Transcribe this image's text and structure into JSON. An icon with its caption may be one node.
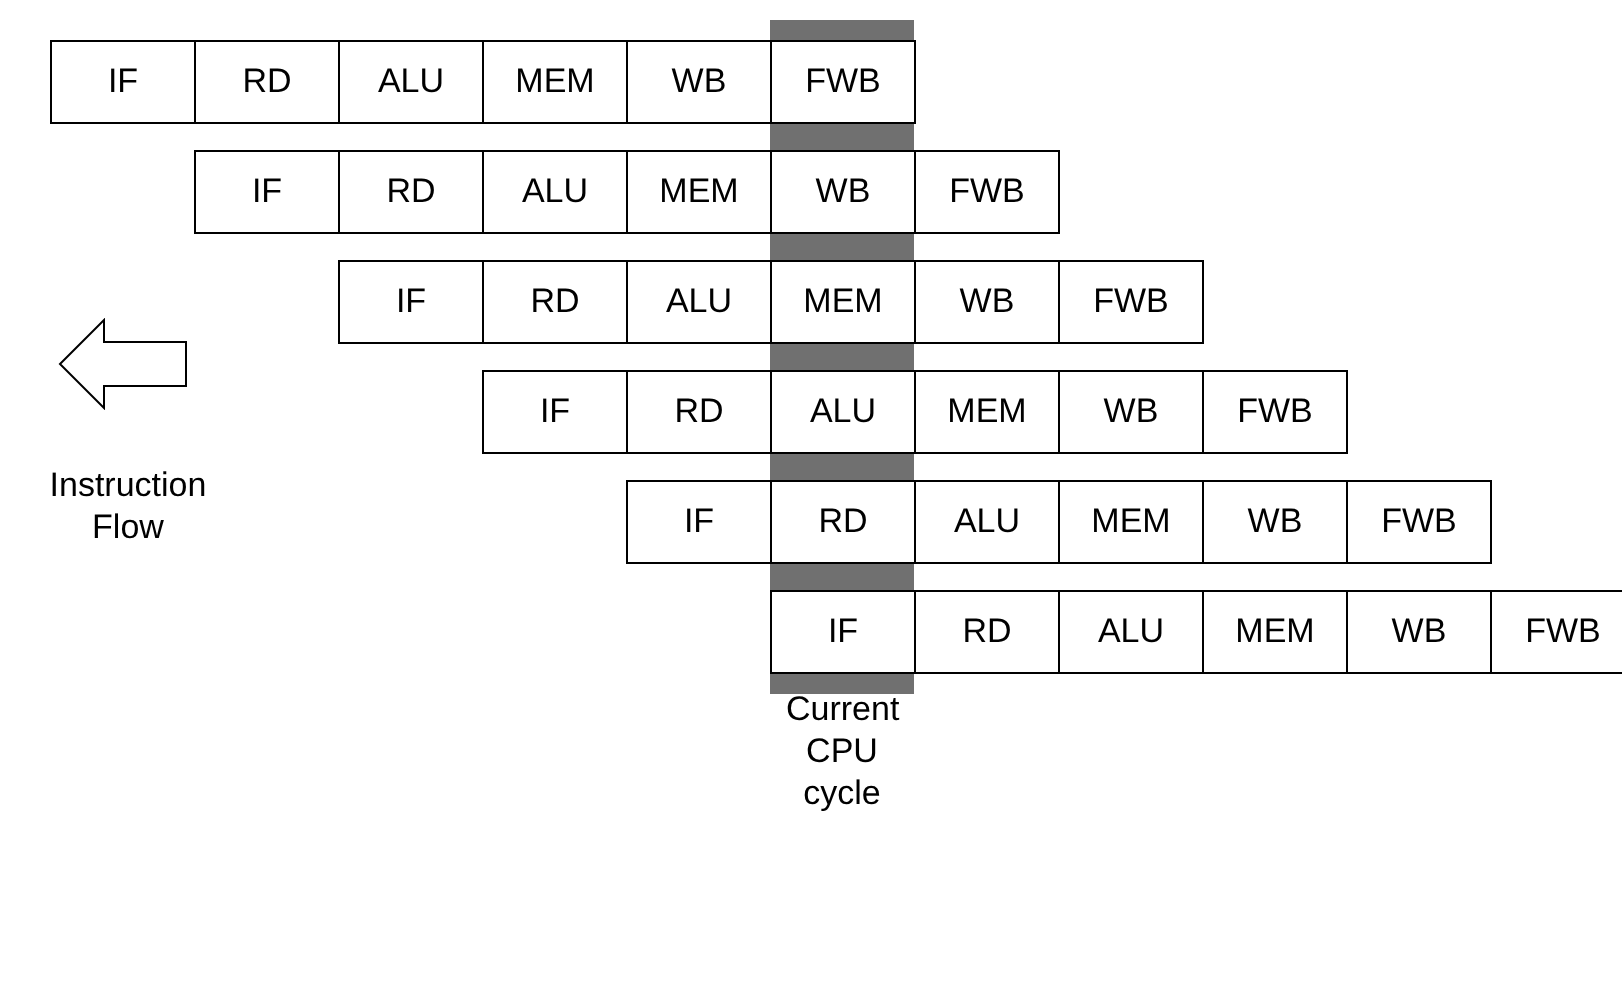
{
  "diagram": {
    "labels": [
      "IF",
      "RD",
      "ALU",
      "MEM",
      "WB",
      "FWB",
      "IF",
      "RD",
      "ALU",
      "MEM",
      "WB",
      "FWB",
      "IF",
      "RD",
      "ALU",
      "MEM",
      "WB",
      "FWB",
      "IF",
      "RD",
      "ALU",
      "MEM",
      "WB",
      "FWB",
      "IF",
      "RD",
      "ALU",
      "MEM",
      "WB",
      "FWB",
      "IF",
      "RD",
      "ALU",
      "MEM",
      "WB",
      "FWB",
      "Instruction Flow",
      "Current CPU cycle"
    ]
  }
}
